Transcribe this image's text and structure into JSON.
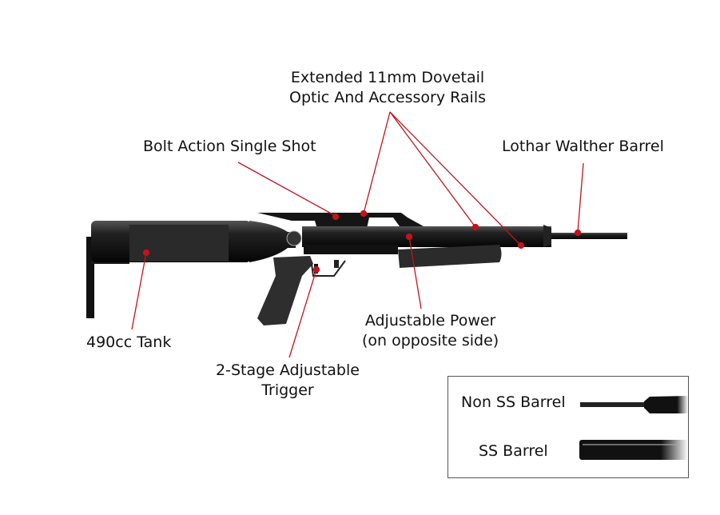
{
  "callouts": {
    "rails": [
      "Extended 11mm Dovetail",
      "Optic And Accessory Rails"
    ],
    "bolt": "Bolt Action Single Shot",
    "barrel": "Lothar Walther Barrel",
    "tank": "490cc Tank",
    "trigger": [
      "2-Stage Adjustable",
      "Trigger"
    ],
    "power": [
      "Adjustable Power",
      "(on opposite side)"
    ]
  },
  "inset": {
    "non_ss": "Non SS Barrel",
    "ss": "SS Barrel"
  },
  "colors": {
    "callout": "#c0141c",
    "rifle": "#1a1a1a"
  }
}
